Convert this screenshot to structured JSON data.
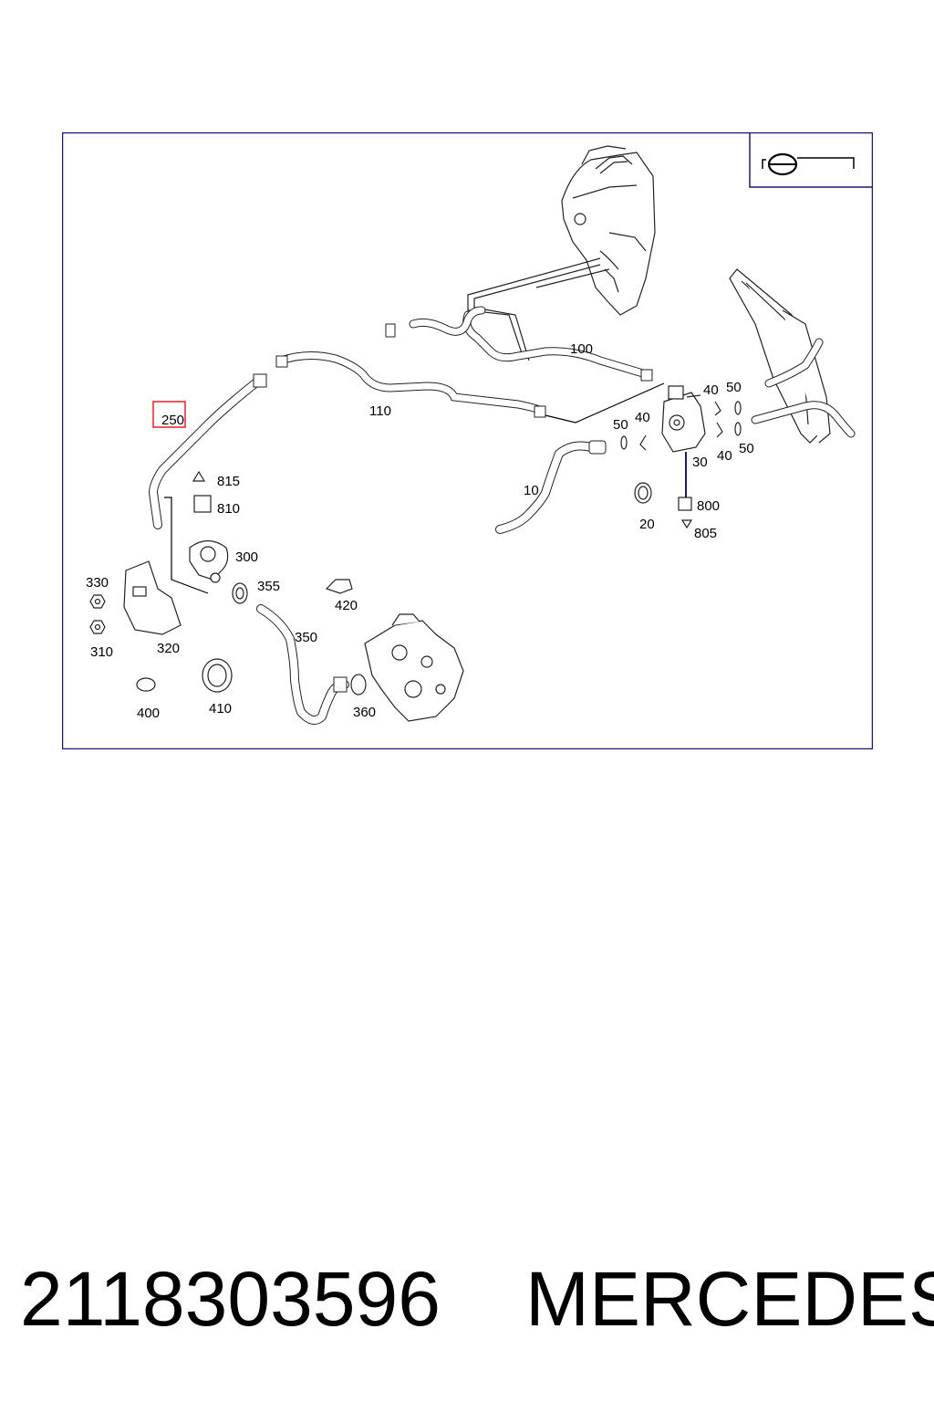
{
  "diagram": {
    "part_labels": {
      "p250": "250",
      "p110": "110",
      "p100": "100",
      "p10": "10",
      "p20": "20",
      "p30": "30",
      "p40a": "40",
      "p50a": "50",
      "p40b": "40",
      "p50b": "50",
      "p50c": "50",
      "p40c": "40",
      "p800": "800",
      "p805": "805",
      "p815": "815",
      "p810": "810",
      "p300": "300",
      "p355": "355",
      "p420": "420",
      "p350": "350",
      "p330": "330",
      "p310": "310",
      "p320": "320",
      "p400": "400",
      "p410": "410",
      "p360": "360"
    },
    "highlighted_part": "250",
    "highlight_color": "#e0202a",
    "frame_color": "#1a1a6e",
    "icon": "steering-wheel-icon"
  },
  "caption": {
    "part_number": "2118303596",
    "brand": "MERCEDES"
  }
}
